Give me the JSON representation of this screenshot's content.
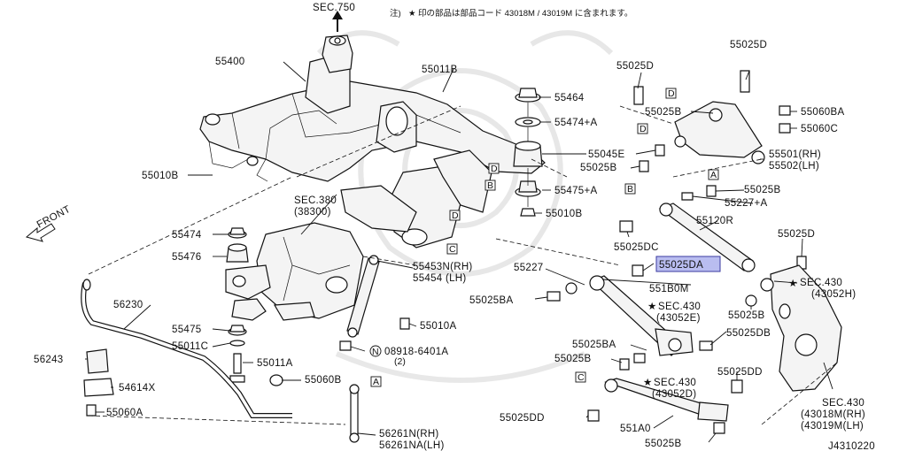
{
  "note": {
    "prefix": "注)",
    "text": "印の部品は部品コード 43018M / 43019M に含まれます。"
  },
  "labels": {
    "sec750": "SEC.750",
    "p55400": "55400",
    "p55011B": "55011B",
    "p55464": "55464",
    "p55474A": "55474+A",
    "p55045E": "55045E",
    "p55025B_a": "55025B",
    "p55475A": "55475+A",
    "p55010B_a": "55010B",
    "p55010B_b": "55010B",
    "sec380": "SEC.380",
    "sec380_sub": "(38300)",
    "p55474": "55474",
    "p55476": "55476",
    "p55475": "55475",
    "p55011C": "55011C",
    "p55011A": "55011A",
    "p56230": "56230",
    "p56243": "56243",
    "p54614X": "54614X",
    "p55060A": "55060A",
    "p55060B": "55060B",
    "p55453N": "55453N(RH)",
    "p55454": "55454 (LH)",
    "p55010A": "55010A",
    "p08918": "08918-6401A",
    "p08918_qty": "(2)",
    "p56261N": "56261N(RH)",
    "p56261NA": "56261NA(LH)",
    "p55227": "55227",
    "p55025BA_a": "55025BA",
    "p55025DC": "55025DC",
    "p55025DA": "55025DA",
    "p551B0M": "551B0M",
    "sec430_a": "SEC.430",
    "sec430_a_sub": "(43052E)",
    "p55025D_a": "55025D",
    "p55025D_b": "55025D",
    "p55025B_b": "55025B",
    "p55060BA": "55060BA",
    "p55060C": "55060C",
    "p55501": "55501(RH)",
    "p55502": "55502(LH)",
    "p55025B_c": "55025B",
    "p55227A": "55227+A",
    "p55120R": "55120R",
    "p55025D_c": "55025D",
    "sec430_b": "SEC.430",
    "sec430_b_sub": "(43052H)",
    "p55025B_d": "55025B",
    "p55025BA_b": "55025BA",
    "p55025DB": "55025DB",
    "p55025B_e": "55025B",
    "p55025DD_a": "55025DD",
    "sec430_c": "SEC.430",
    "sec430_c_sub": "(43052D)",
    "p55025DD_b": "55025DD",
    "p551A0": "551A0",
    "p55025B_f": "55025B",
    "sec430_d": "SEC.430",
    "sec430_d_rh": "(43018M(RH)",
    "sec430_d_lh": "(43019M(LH)",
    "diagram_id": "J4310220",
    "front": "FRONT"
  },
  "refs": {
    "a": "A",
    "b": "B",
    "c": "C",
    "d": "D",
    "n": "N"
  },
  "colors": {
    "highlight_fill": "#b9bdf0",
    "highlight_stroke": "#3a3aa0",
    "line": "#111111",
    "background": "#ffffff"
  }
}
